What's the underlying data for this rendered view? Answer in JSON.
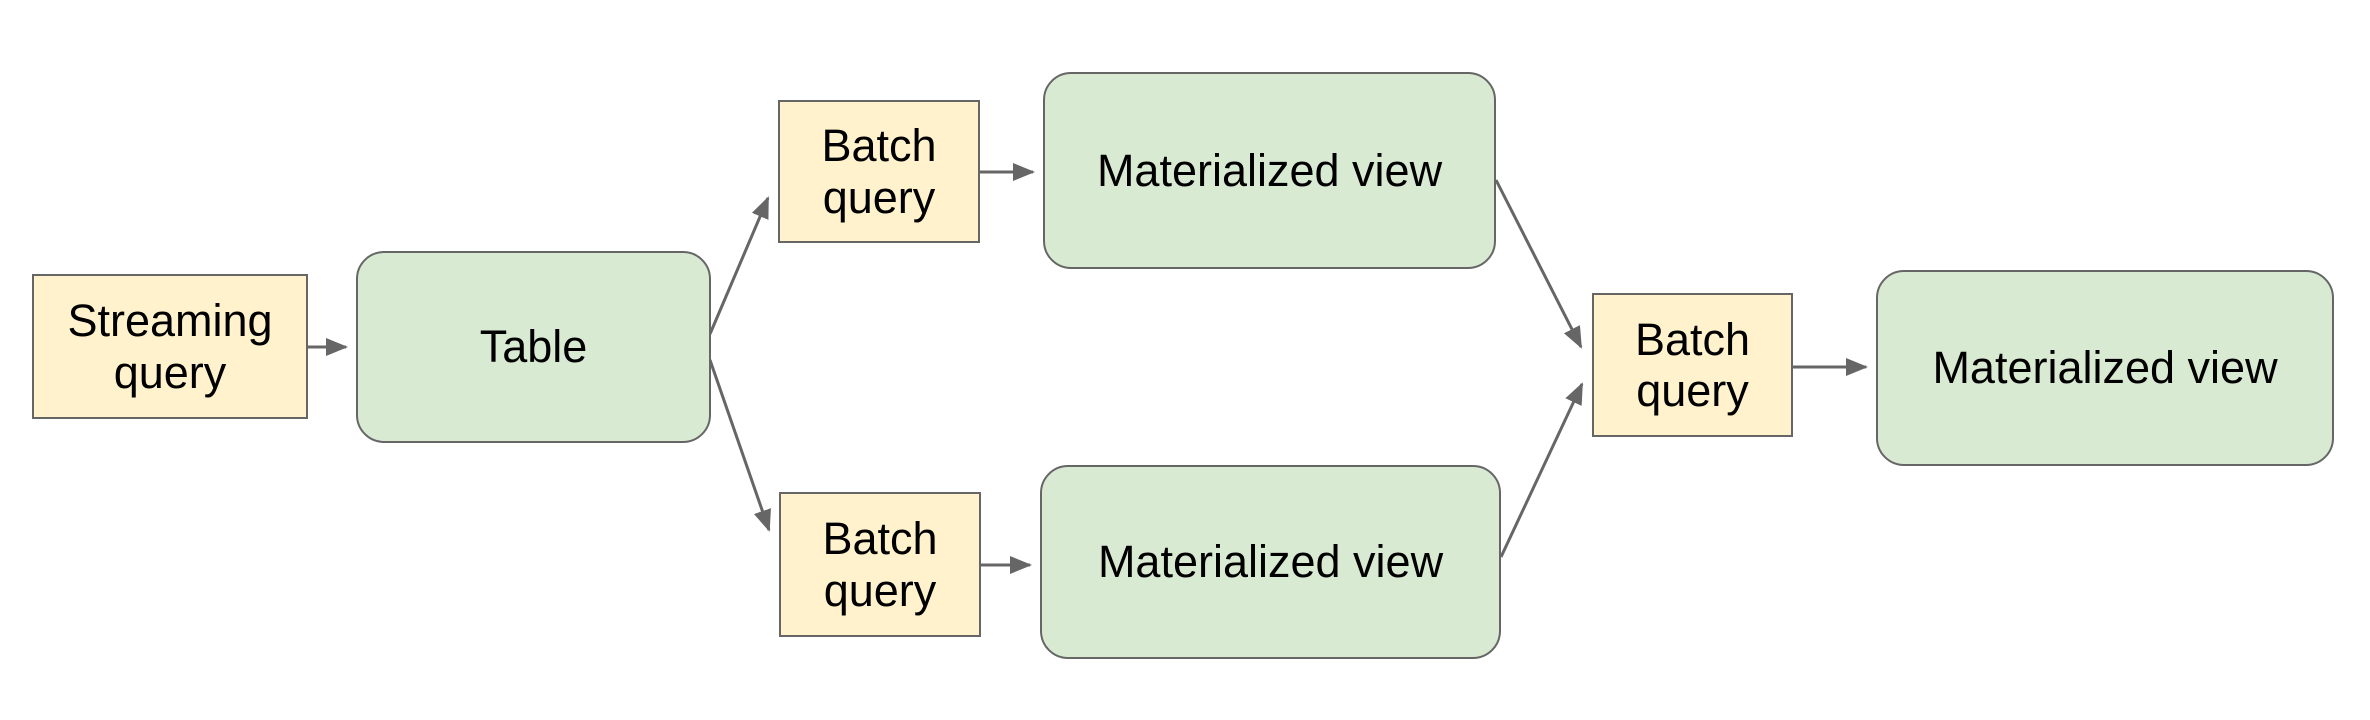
{
  "diagram": {
    "nodes": {
      "streaming_query": {
        "label": "Streaming query",
        "shape": "rectangle",
        "fill": "#fff2cc"
      },
      "table": {
        "label": "Table",
        "shape": "rounded-rectangle",
        "fill": "#d9ead3"
      },
      "batch_query_top": {
        "label": "Batch query",
        "shape": "rectangle",
        "fill": "#fff2cc"
      },
      "materialized_view_top": {
        "label": "Materialized view",
        "shape": "rounded-rectangle",
        "fill": "#d9ead3"
      },
      "batch_query_bottom": {
        "label": "Batch query",
        "shape": "rectangle",
        "fill": "#fff2cc"
      },
      "materialized_view_bottom": {
        "label": "Materialized view",
        "shape": "rounded-rectangle",
        "fill": "#d9ead3"
      },
      "batch_query_final": {
        "label": "Batch query",
        "shape": "rectangle",
        "fill": "#fff2cc"
      },
      "materialized_view_final": {
        "label": "Materialized view",
        "shape": "rounded-rectangle",
        "fill": "#d9ead3"
      }
    },
    "edges": [
      {
        "from": "streaming_query",
        "to": "table"
      },
      {
        "from": "table",
        "to": "batch_query_top"
      },
      {
        "from": "table",
        "to": "batch_query_bottom"
      },
      {
        "from": "batch_query_top",
        "to": "materialized_view_top"
      },
      {
        "from": "batch_query_bottom",
        "to": "materialized_view_bottom"
      },
      {
        "from": "materialized_view_top",
        "to": "batch_query_final"
      },
      {
        "from": "materialized_view_bottom",
        "to": "batch_query_final"
      },
      {
        "from": "batch_query_final",
        "to": "materialized_view_final"
      }
    ],
    "colors": {
      "query_fill": "#fff2cc",
      "data_fill": "#d9ead3",
      "border": "#666666",
      "arrow": "#666666",
      "text": "#000000",
      "background": "#ffffff"
    }
  }
}
